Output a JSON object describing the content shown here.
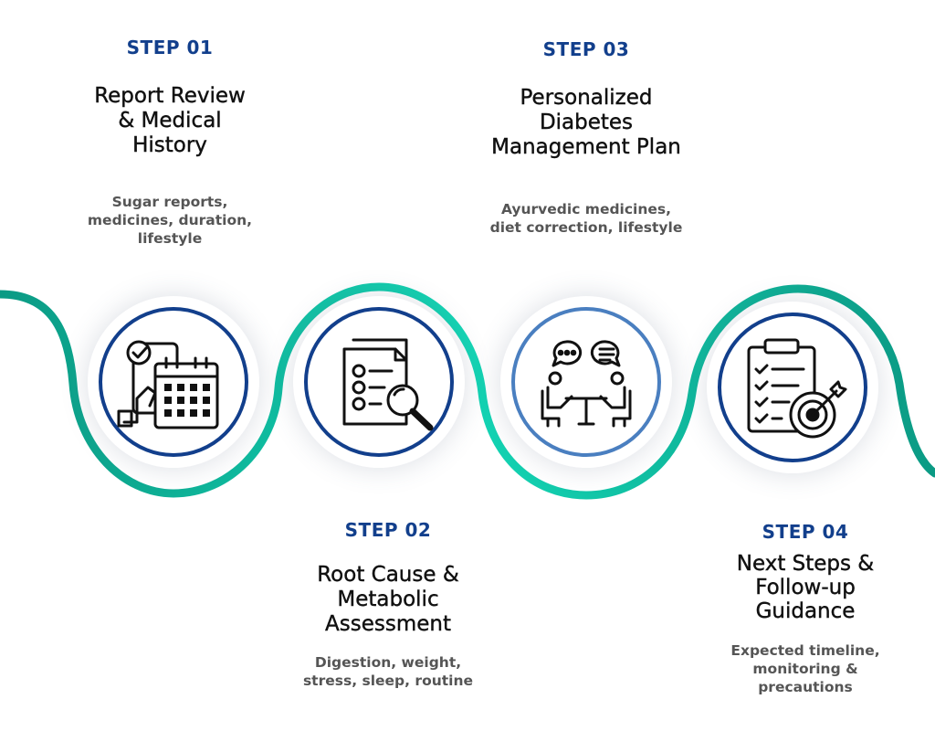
{
  "colors": {
    "step_label": "#123f8c",
    "ring": "#123f8c",
    "ring_alt": "#4a7fc0",
    "wave_start": "#0b9a84",
    "wave_end": "#13d8b4"
  },
  "steps": [
    {
      "label": "STEP 01",
      "title": [
        "Report Review",
        "& Medical",
        "History"
      ],
      "desc": [
        "Sugar reports,",
        "medicines, duration,",
        "lifestyle"
      ],
      "icon": "phone-calendar-icon"
    },
    {
      "label": "STEP 02",
      "title": [
        "Root Cause &",
        "Metabolic",
        "Assessment"
      ],
      "desc": [
        "Digestion, weight,",
        "stress, sleep, routine"
      ],
      "icon": "document-search-icon"
    },
    {
      "label": "STEP 03",
      "title": [
        "Personalized",
        "Diabetes",
        "Management Plan"
      ],
      "desc": [
        "Ayurvedic medicines,",
        "diet correction, lifestyle"
      ],
      "icon": "consultation-icon"
    },
    {
      "label": "STEP 04",
      "title": [
        "Next Steps &",
        "Follow-up",
        "Guidance"
      ],
      "desc": [
        "Expected timeline,",
        "monitoring &",
        "precautions"
      ],
      "icon": "clipboard-target-icon"
    }
  ]
}
